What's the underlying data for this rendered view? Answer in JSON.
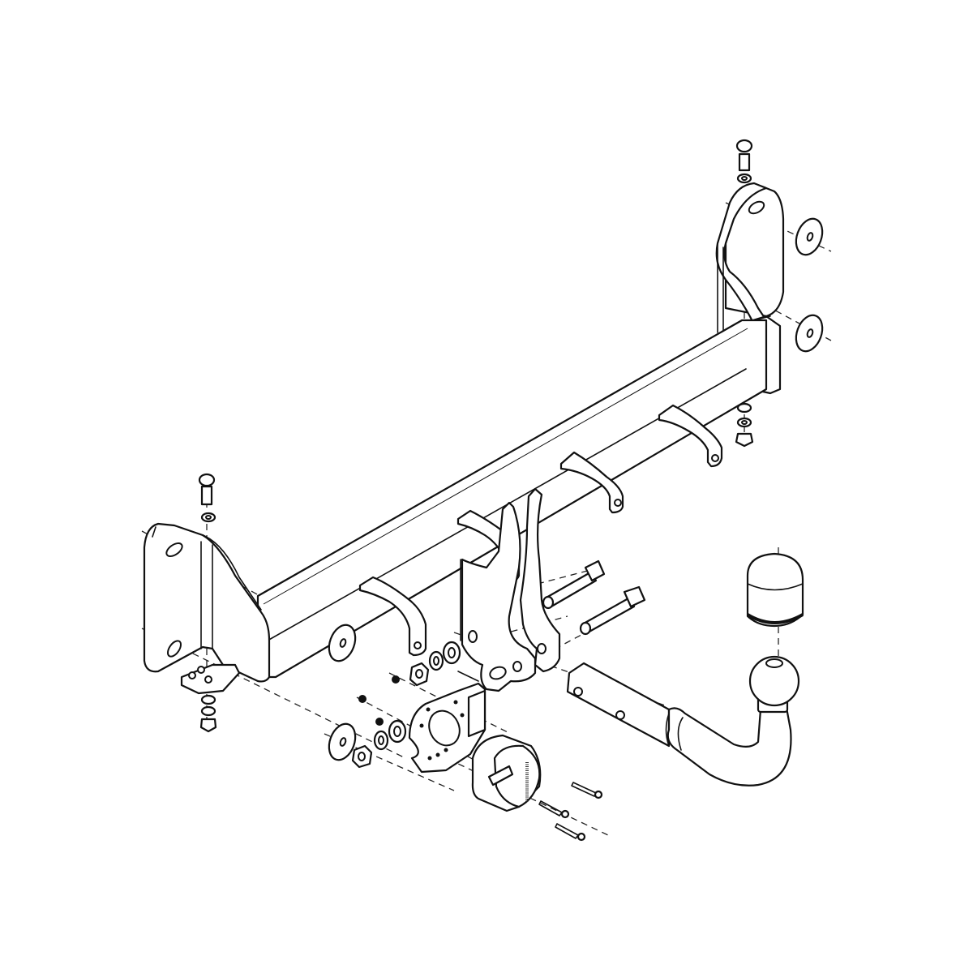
{
  "diagram": {
    "title": "",
    "type": "exploded-view line drawing",
    "subject": "detachable tow bar assembly",
    "background_color": "#ffffff",
    "line_color": "#111111",
    "components": [
      {
        "id": "crossbar",
        "name": "Main cross beam (square tube)"
      },
      {
        "id": "bracket-right",
        "name": "Right vertical mounting plate"
      },
      {
        "id": "bracket-left",
        "name": "Left vertical mounting plate with foot tab"
      },
      {
        "id": "hangers",
        "name": "Bumper support hangers (x4)"
      },
      {
        "id": "ball-mount-plates",
        "name": "Ball-mount side plates"
      },
      {
        "id": "tow-arm",
        "name": "Tow arm with ball"
      },
      {
        "id": "ball-cap",
        "name": "Tow ball cover cap"
      },
      {
        "id": "socket-plate",
        "name": "Electrical socket mounting plate"
      },
      {
        "id": "socket",
        "name": "Electrical socket (7/13 pin)"
      },
      {
        "id": "bolts-large",
        "name": "Tow arm bolts (x2)"
      },
      {
        "id": "bolts-small",
        "name": "Socket screws (x3)"
      },
      {
        "id": "fasteners",
        "name": "Bolts, washers and nuts"
      },
      {
        "id": "large-washers",
        "name": "Large flat spacer washers (x4)"
      }
    ],
    "text_labels": []
  }
}
